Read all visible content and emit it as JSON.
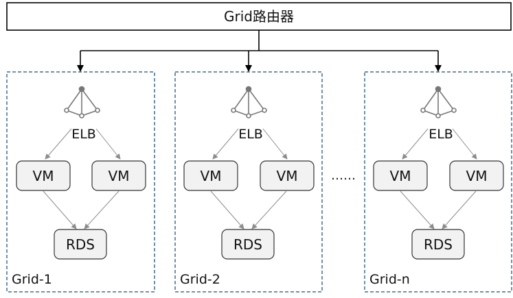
{
  "router": {
    "label": "Grid路由器"
  },
  "ellipsis": "……",
  "grids": [
    {
      "name": "Grid-1",
      "elb": "ELB",
      "vm_left": "VM",
      "vm_right": "VM",
      "rds": "RDS"
    },
    {
      "name": "Grid-2",
      "elb": "ELB",
      "vm_left": "VM",
      "vm_right": "VM",
      "rds": "RDS"
    },
    {
      "name": "Grid-n",
      "elb": "ELB",
      "vm_left": "VM",
      "vm_right": "VM",
      "rds": "RDS"
    }
  ],
  "colors": {
    "grid_border": "#3e6d8f",
    "box_fill": "#f2f2f2",
    "line": "#8c8c8c",
    "router_arrow": "#000000"
  }
}
